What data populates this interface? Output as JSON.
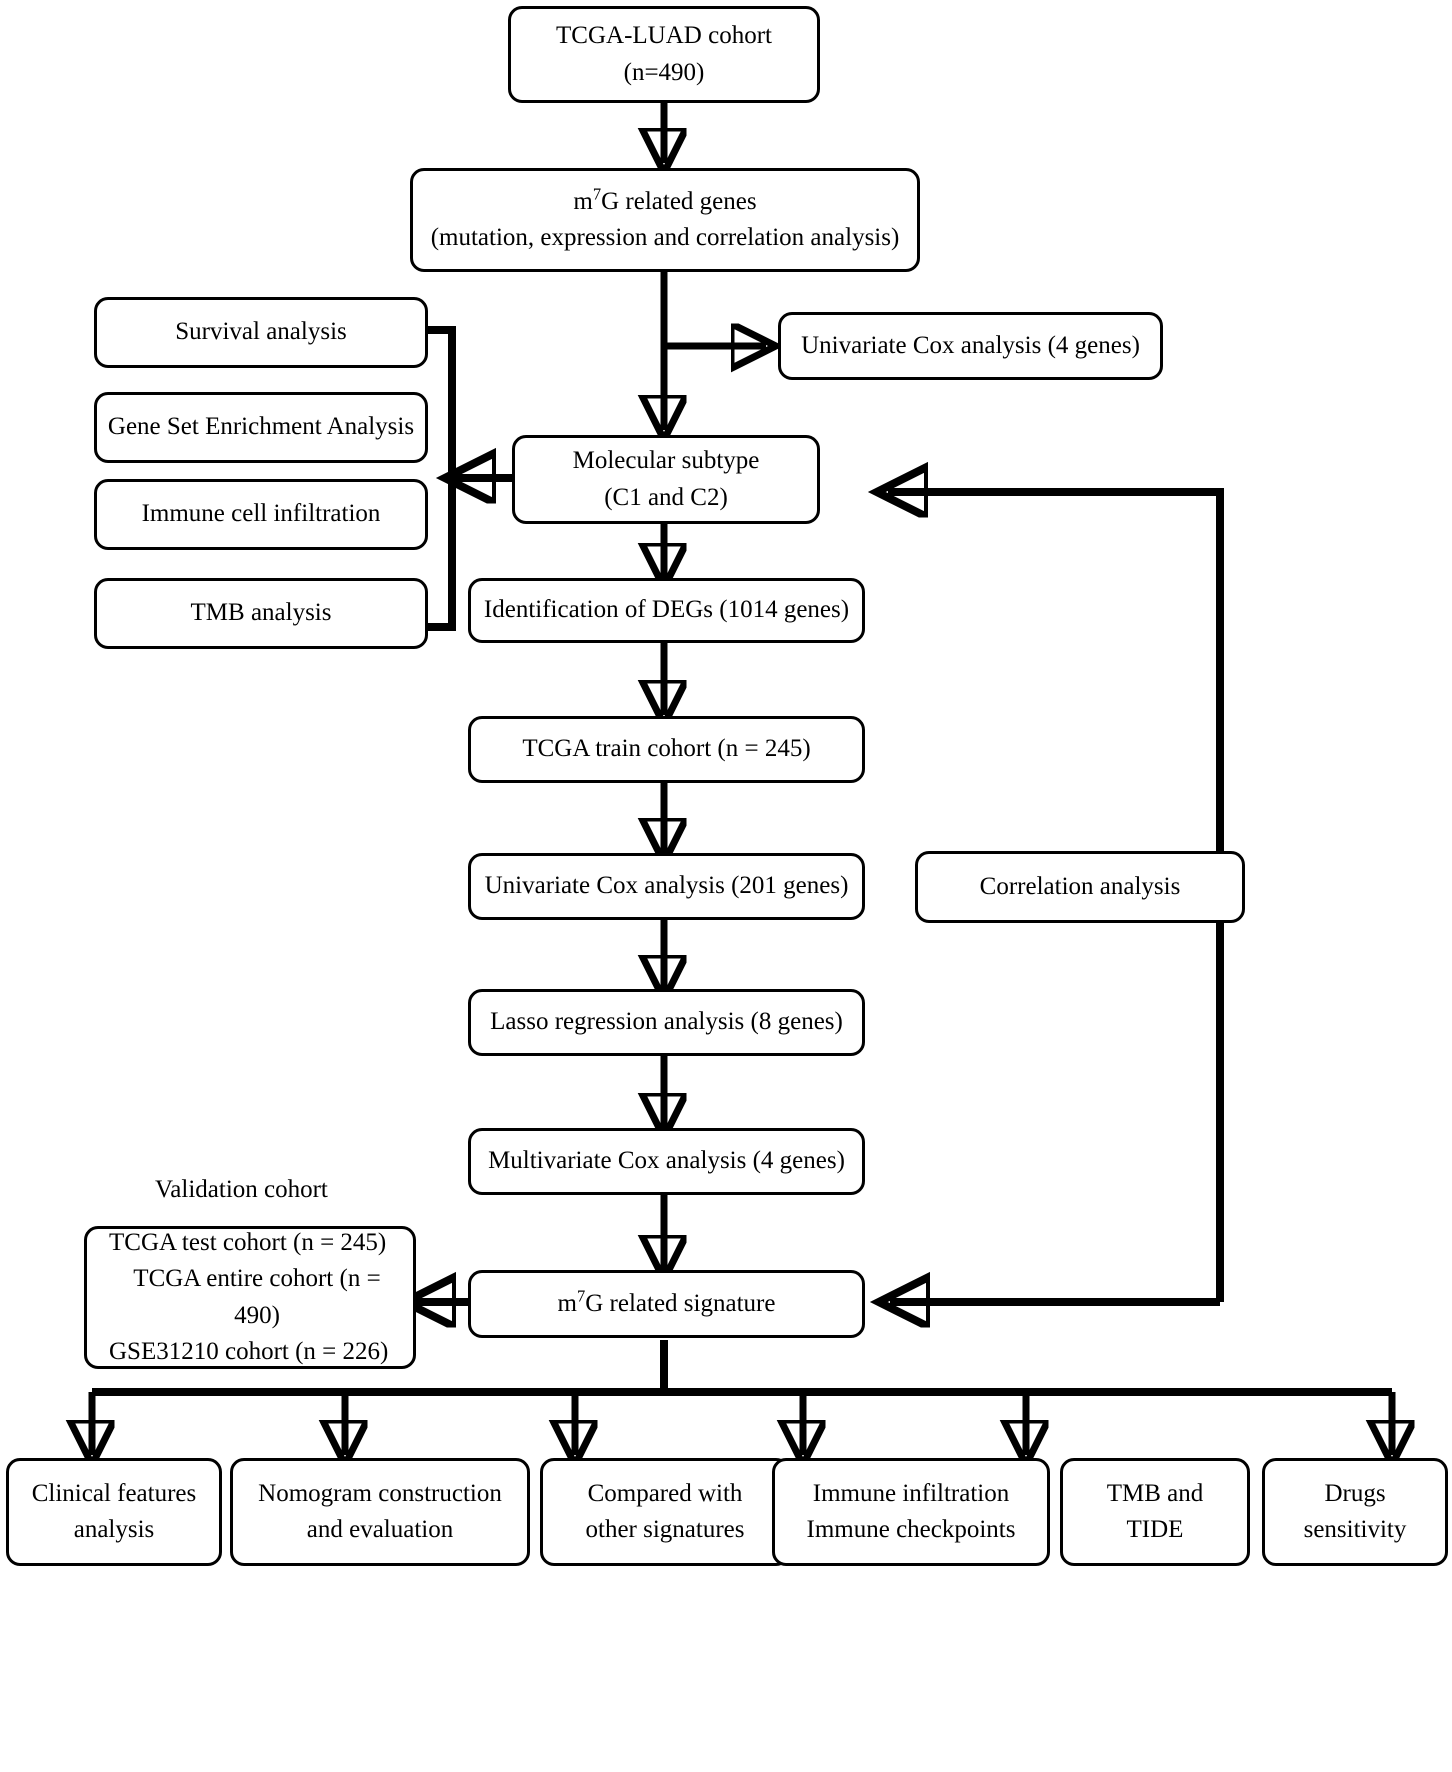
{
  "figure": {
    "type": "flowchart",
    "orientation": "top-to-bottom",
    "style": {
      "stroke": "#000000",
      "fill": "#ffffff",
      "corner": "rounded"
    }
  },
  "labels": {
    "validation_cohort": "Validation cohort"
  },
  "nodes": {
    "cohort": {
      "line1": "TCGA-LUAD cohort",
      "line2": "(n=490)"
    },
    "m7g_genes": {
      "line1_pre": "m",
      "line1_sup": "7",
      "line1_post": "G related genes",
      "line2": "(mutation, expression and correlation analysis)"
    },
    "survival": {
      "line1": "Survival analysis"
    },
    "gsea": {
      "line1": "Gene Set Enrichment Analysis"
    },
    "immune_cell": {
      "line1": "Immune cell infiltration"
    },
    "tmb": {
      "line1": "TMB analysis"
    },
    "univariate_4": {
      "line1": "Univariate Cox analysis (4 genes)"
    },
    "molecular_subtype": {
      "line1": "Molecular subtype",
      "line2": "(C1 and C2)"
    },
    "degs": {
      "line1": "Identification of DEGs (1014 genes)"
    },
    "train_cohort": {
      "line1": "TCGA train cohort (n = 245)"
    },
    "univariate_201": {
      "line1": "Univariate Cox analysis (201 genes)"
    },
    "lasso": {
      "line1": "Lasso regression analysis (8 genes)"
    },
    "multivariate_4": {
      "line1": "Multivariate Cox analysis (4 genes)"
    },
    "correlation": {
      "line1": "Correlation analysis"
    },
    "validation_box": {
      "line1": "TCGA test cohort (n = 245)",
      "line2": "TCGA entire cohort (n = 490)",
      "line3": "GSE31210 cohort (n = 226)"
    },
    "signature": {
      "line1_pre": "m",
      "line1_sup": "7",
      "line1_post": "G related signature"
    },
    "clinical": {
      "line1": "Clinical features",
      "line2": "analysis"
    },
    "nomogram": {
      "line1": "Nomogram construction",
      "line2": "and evaluation"
    },
    "compared": {
      "line1": "Compared with",
      "line2": "other signatures"
    },
    "immune_infiltration": {
      "line1": "Immune infiltration",
      "line2": "Immune checkpoints"
    },
    "tmb_tide": {
      "line1": "TMB and",
      "line2": "TIDE"
    },
    "drugs": {
      "line1": "Drugs",
      "line2": "sensitivity"
    }
  }
}
